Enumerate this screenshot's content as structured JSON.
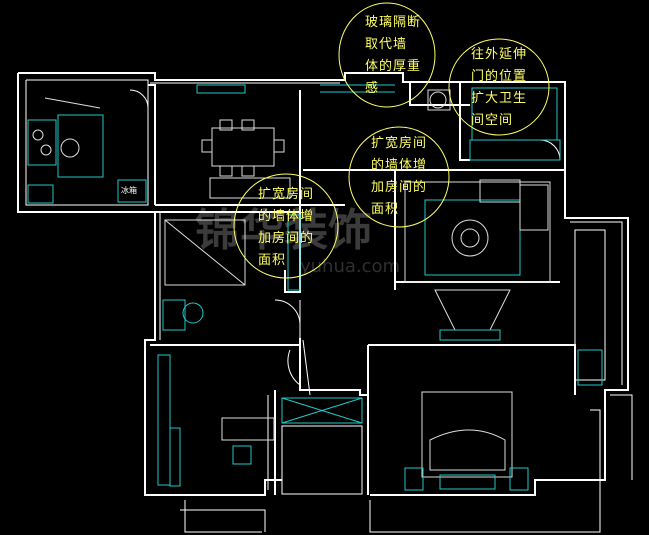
{
  "annotations": [
    {
      "id": "glass-partition",
      "lines": [
        "玻璃隔断",
        "取代墙",
        "体的厚重",
        "感"
      ]
    },
    {
      "id": "bathroom-door",
      "lines": [
        "往外延伸",
        "门的位置",
        "扩大卫生",
        "间空间"
      ]
    },
    {
      "id": "living-room",
      "lines": [
        "扩宽房间",
        "的墙体增",
        "加房间的",
        "面积"
      ]
    },
    {
      "id": "dining-room",
      "lines": [
        "扩宽房间",
        "的墙体增",
        "加房间的",
        "面积"
      ]
    }
  ],
  "room_labels": {
    "fridge": "冰箱"
  },
  "watermark": {
    "main": "锦",
    "sub": "yuhua.com"
  },
  "colors": {
    "background": "#000000",
    "wall": "#ffffff",
    "fixture": "#1fc9c9",
    "note": "#ffff66"
  }
}
